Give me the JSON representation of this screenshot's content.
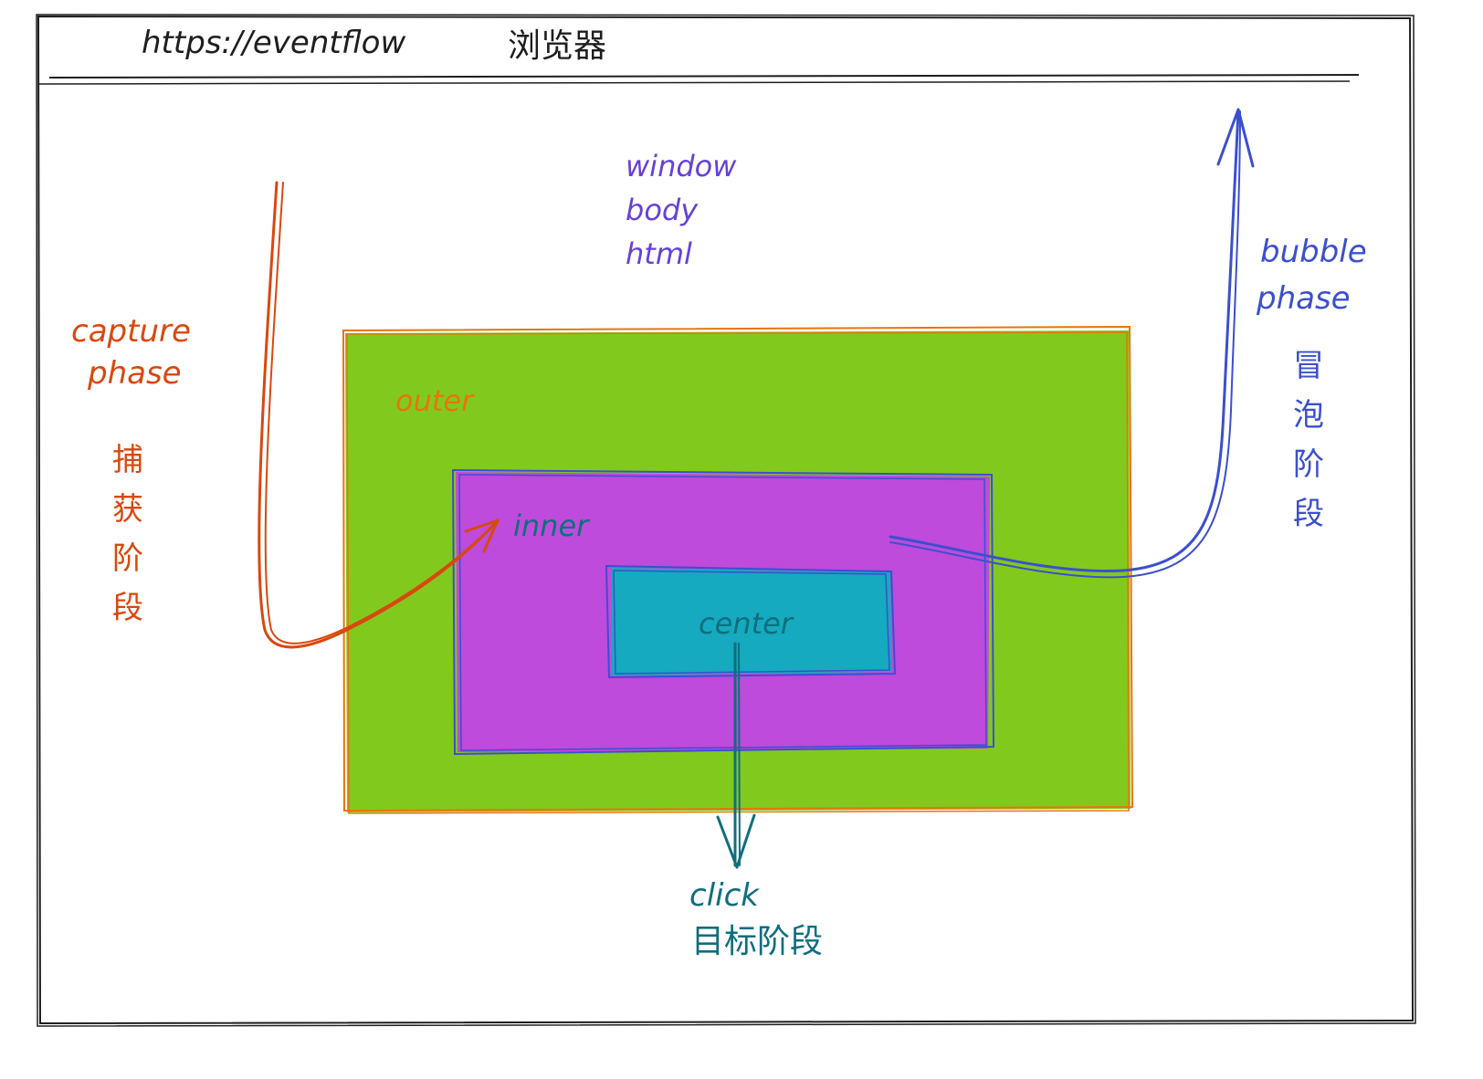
{
  "browser": {
    "url": "https://eventflow",
    "label": "浏览器"
  },
  "window_stack": {
    "line1": "window",
    "line2": "body",
    "line3": "html"
  },
  "capture": {
    "label_line1": "capture",
    "label_line2": "phase",
    "cn_chars": [
      "捕",
      "获",
      "阶",
      "段"
    ],
    "color": "#d9480f"
  },
  "bubble": {
    "label_line1": "bubble",
    "label_line2": "phase",
    "cn_chars": [
      "冒",
      "泡",
      "阶",
      "段"
    ],
    "color": "#3b4fcf"
  },
  "target": {
    "label": "click",
    "cn_label": "目标阶段",
    "color": "#0f6e7d"
  },
  "boxes": {
    "outer": {
      "label": "outer",
      "fill": "#82c91e",
      "stroke": "#e8740c",
      "label_color": "#e8740c"
    },
    "inner": {
      "label": "inner",
      "fill": "#be4bdb",
      "stroke": "#3b4fcf",
      "label_color": "#0f6e7d"
    },
    "center": {
      "label": "center",
      "fill": "#15aabf",
      "stroke": "#3b4fcf",
      "label_color": "#0f6e7d"
    }
  },
  "colors": {
    "frame": "#1e1e1e",
    "window_text": "#6741d9"
  }
}
